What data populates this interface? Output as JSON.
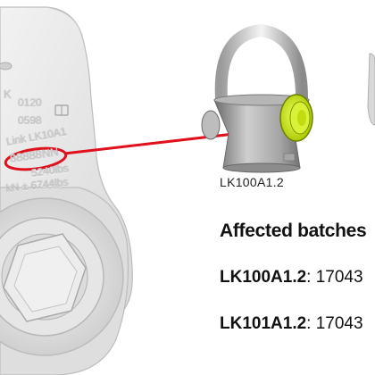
{
  "product": {
    "caption": "LK100A1.2",
    "engravings": {
      "code_0120": "0120",
      "code_0598": "0598",
      "letter_k": "K",
      "batch": "88888NN",
      "strength": "kN ± 6744lbs",
      "link_text": "Link LK10A1",
      "lbs": "5240lbs"
    }
  },
  "notice": {
    "heading": "Affected batches",
    "batches": [
      {
        "code": "LK100A1.2",
        "separator": ": ",
        "value": "17043"
      },
      {
        "code": "LK101A1.2",
        "separator": ": ",
        "value": "17043"
      }
    ]
  },
  "colors": {
    "highlight": "#e0101c",
    "metal": "#d8d8d8",
    "accent_green": "#c6e600"
  }
}
